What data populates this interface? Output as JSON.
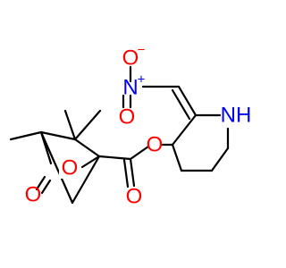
{
  "structure": {
    "atoms": {
      "nitro_o_top": {
        "symbol": "O",
        "charge": "−",
        "color": "#ff0000"
      },
      "nitro_n": {
        "symbol": "N",
        "charge": "+",
        "color": "#0000ff"
      },
      "nitro_o_bottom": {
        "symbol": "O",
        "color": "#ff0000"
      },
      "ring_nh": {
        "symbol": "NH",
        "color": "#0000ff"
      },
      "ester_o_piperidine": {
        "symbol": "O",
        "color": "#ff0000"
      },
      "carbonyl_o": {
        "symbol": "O",
        "color": "#ff0000"
      },
      "ketone_o": {
        "symbol": "O",
        "color": "#ff0000"
      },
      "bridge_o": {
        "symbol": "O",
        "color": "#ff0000"
      }
    },
    "bond_color": "#000000",
    "background": "#ffffff"
  }
}
